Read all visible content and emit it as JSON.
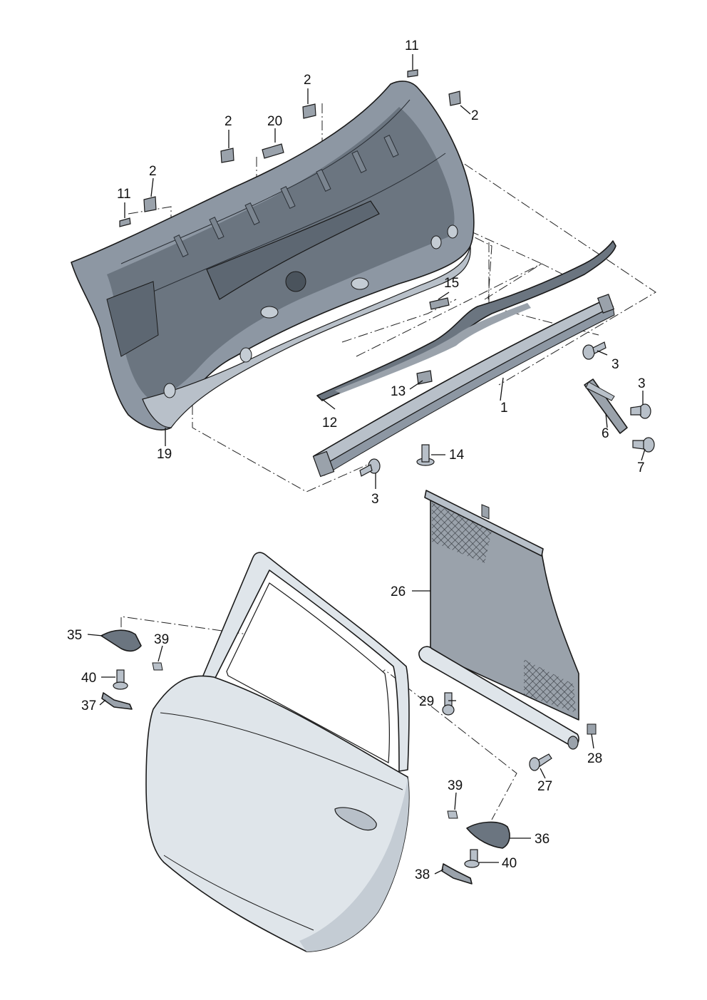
{
  "diagram": {
    "colors": {
      "trim": "#8d97a3",
      "trim_dark": "#5d6772",
      "trim_light": "#b8c0c9",
      "door": "#dfe5ea",
      "door_shadow": "#c4ccd4",
      "blind": "#9aa2ab",
      "line": "#1a1a1a"
    },
    "callouts": {
      "c1": "1",
      "c2a": "2",
      "c2b": "2",
      "c2c": "2",
      "c2d": "2",
      "c3a": "3",
      "c3b": "3",
      "c3c": "3",
      "c6": "6",
      "c7": "7",
      "c11a": "11",
      "c11b": "11",
      "c12": "12",
      "c13": "13",
      "c14": "14",
      "c15": "15",
      "c19": "19",
      "c20": "20",
      "c26": "26",
      "c27": "27",
      "c28": "28",
      "c29": "29",
      "c35": "35",
      "c36": "36",
      "c37": "37",
      "c38": "38",
      "c39a": "39",
      "c39b": "39",
      "c40a": "40",
      "c40b": "40"
    },
    "parts": [
      "tailgate-trim-panel",
      "grab-strip",
      "trim-strip",
      "clip",
      "screw",
      "bracket",
      "rear-door",
      "roller-blind",
      "trim-cap",
      "bracket-clip"
    ]
  }
}
